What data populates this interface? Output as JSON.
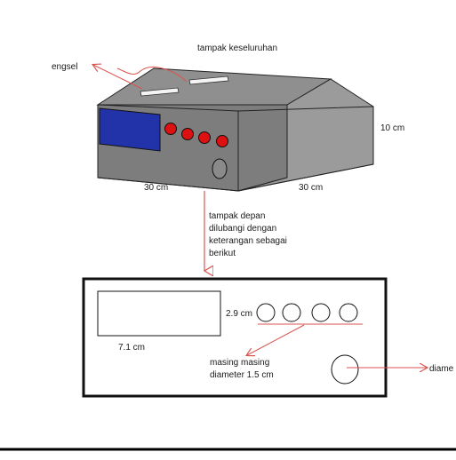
{
  "labels": {
    "overview": "tampak keseluruhan",
    "hinge": "engsel",
    "height": "10 cm",
    "depth_left": "30 cm",
    "width_right": "30 cm",
    "front_view": [
      "tampak depan",
      "dilubangi dengan",
      "keterangan sebagai",
      "berikut"
    ],
    "display_height": "2.9 cm",
    "display_width": "7.1 cm",
    "buttons_note": [
      "masing masing",
      "diameter 1.5 cm"
    ],
    "knob_note": "diame"
  },
  "colors": {
    "arrow": "#d9534f",
    "box_top": "#8f8f8f",
    "box_front": "#7d7d7d",
    "box_side": "#9b9b9b",
    "screen": "#2233aa",
    "button": "#dd1111",
    "outline": "#111111"
  }
}
